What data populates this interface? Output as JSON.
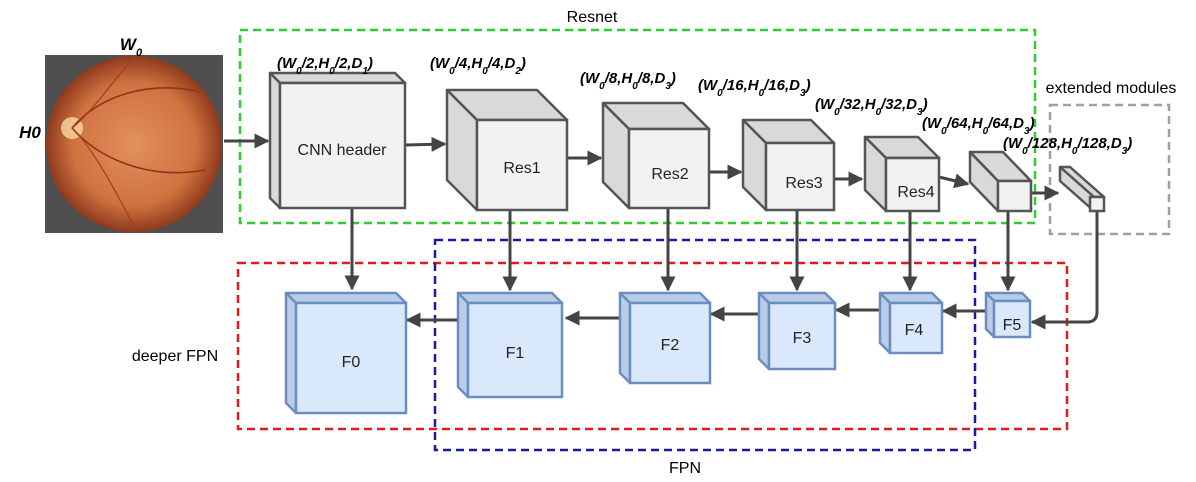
{
  "labels": {
    "resnet": "Resnet",
    "extended": "extended modules",
    "deeper_fpn": "deeper FPN",
    "fpn": "FPN",
    "width_label": "W",
    "width_sub": "0",
    "height_label": "H0"
  },
  "dims": {
    "cnn": [
      "(W",
      "0",
      "/2,H",
      "0",
      "/2,D",
      "1",
      ")"
    ],
    "res1": [
      "(W",
      "0",
      "/4,H",
      "0",
      "/4,D",
      "2",
      ")"
    ],
    "res2": [
      "(W",
      "0",
      "/8,H",
      "0",
      "/8,D",
      "3",
      ")"
    ],
    "res3": [
      "(W",
      "0",
      "/16,H",
      "0",
      "/16,D",
      "3",
      ")"
    ],
    "res4": [
      "(W",
      "0",
      "/32,H",
      "0",
      "/32,D",
      "3",
      ")"
    ],
    "ext1": [
      "(W",
      "0",
      "/64,H",
      "0",
      "/64,D",
      "3",
      ")"
    ],
    "ext2": [
      "(W",
      "0",
      "/128,H",
      "0",
      "/128,D",
      "3",
      ")"
    ]
  },
  "modules": {
    "cnn": "CNN header",
    "res1": "Res1",
    "res2": "Res2",
    "res3": "Res3",
    "res4": "Res4",
    "f0": "F0",
    "f1": "F1",
    "f2": "F2",
    "f3": "F3",
    "f4": "F4",
    "f5": "F5"
  },
  "colors": {
    "resnet_border": "#2ecc2e",
    "extended_border": "#a0a0a0",
    "deeper_fpn_border": "#e01b1b",
    "fpn_border": "#1a1a9e",
    "gray_box_fill": "#f2f2f2",
    "gray_box_side": "#d9d9d9",
    "gray_box_stroke": "#555555",
    "blue_box_fill": "#dae8fc",
    "blue_box_side": "#b9cde8",
    "blue_box_stroke": "#6c8ebf",
    "arrow": "#444444"
  }
}
